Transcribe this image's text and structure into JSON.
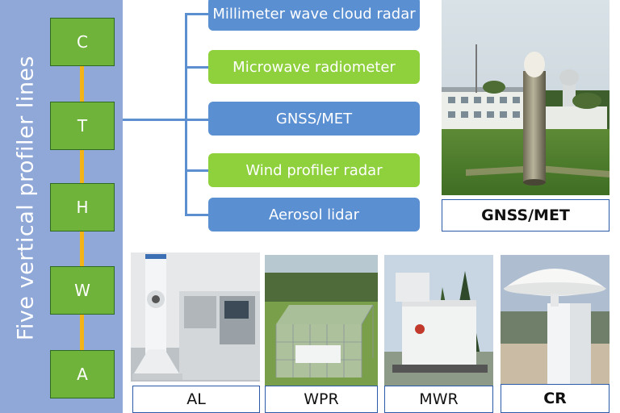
{
  "side_title": "Five vertical profiler lines",
  "nodes": [
    "C",
    "T",
    "H",
    "W",
    "A"
  ],
  "instruments": [
    "Millimeter wave cloud radar",
    "Microwave radiometer",
    "GNSS/MET",
    "Wind profiler radar",
    "Aerosol lidar"
  ],
  "captions": {
    "gnss": "GNSS/MET",
    "al": "AL",
    "wpr": "WPR",
    "mwr": "MWR",
    "cr": "CR"
  },
  "colors": {
    "panel": "#8fa8d8",
    "node_green": "#6fb33a",
    "chain_orange": "#f2b418",
    "box_blue": "#5a8fd2",
    "box_green": "#8ed13c",
    "caption_border": "#2a5aa8"
  }
}
